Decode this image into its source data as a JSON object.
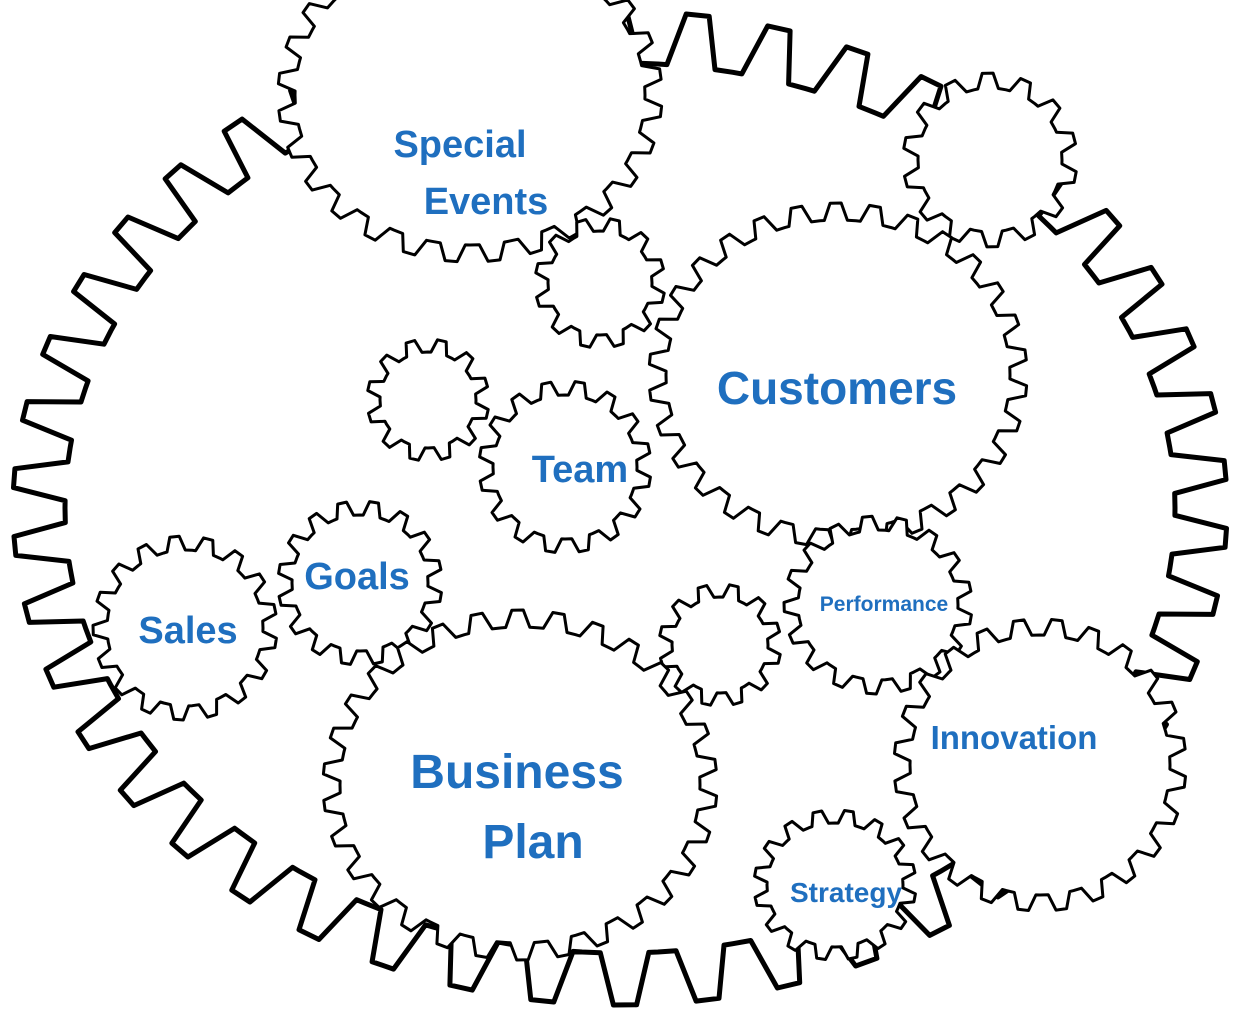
{
  "accent_color": "#1F6FBF",
  "gear_stroke_color": "#000000",
  "labels": {
    "special_events_1": "Special",
    "special_events_2": "Events",
    "customers": "Customers",
    "team": "Team",
    "goals": "Goals",
    "sales": "Sales",
    "performance": "Performance",
    "business_plan_1": "Business",
    "business_plan_2": "Plan",
    "innovation": "Innovation",
    "strategy": "Strategy"
  }
}
